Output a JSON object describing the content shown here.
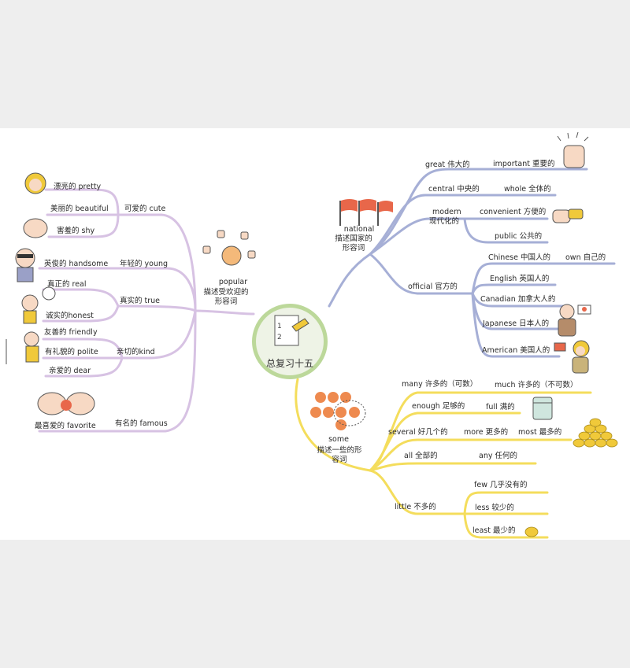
{
  "center": {
    "title": "总复习十五"
  },
  "popular": {
    "label": "popular",
    "sub": "描述受欢迎的形容词",
    "words": {
      "cute": "可爱的 cute",
      "pretty": "漂亮的 pretty",
      "beautiful": "美丽的 beautiful",
      "shy": "害羞的 shy",
      "handsome": "英俊的 handsome",
      "young": "年轻的 young",
      "real": "真正的 real",
      "true": "真实的 true",
      "honest": "诚实的honest",
      "friendly": "友善的 friendly",
      "polite": "有礼貌的 polite",
      "kind": "亲切的kind",
      "dear": "亲爱的 dear",
      "favorite": "最喜爱的 favorite",
      "famous": "有名的 famous"
    }
  },
  "national": {
    "label": "national",
    "sub": "描述国家的形容词",
    "words": {
      "great": "great 伟大的",
      "important": "important 重要的",
      "central": "central 中央的",
      "whole": "whole 全体的",
      "modern": "modern",
      "modern_cn": "现代化的",
      "convenient": "convenient 方便的",
      "public": "public 公共的",
      "official": "official 官方的",
      "chinese": "Chinese 中国人的",
      "own": "own 自己的",
      "english": "English 英国人的",
      "canadian": "Canadian 加拿大人的",
      "japanese": "Japanese 日本人的",
      "american": "American 美国人的"
    }
  },
  "some": {
    "label": "some",
    "sub": "描述一些的形容词",
    "words": {
      "many": "many 许多的（可数）",
      "much": "much 许多的（不可数）",
      "enough": "enough 足够的",
      "full": "full 满的",
      "several": "several 好几个的",
      "more": "more 更多的",
      "most": "most 最多的",
      "all": "all 全部的",
      "any": "any 任何的",
      "little": "little 不多的",
      "few": "few 几乎没有的",
      "less": "less 较少的",
      "least": "least 最少的"
    }
  },
  "colors": {
    "purple": "#d7c2e3",
    "blue": "#a6afd6",
    "yellow": "#f4dd5c",
    "green": "#bcd89a",
    "flag": "#e8674a",
    "ball": "#ee8a4f",
    "coin": "#f0c93a"
  }
}
